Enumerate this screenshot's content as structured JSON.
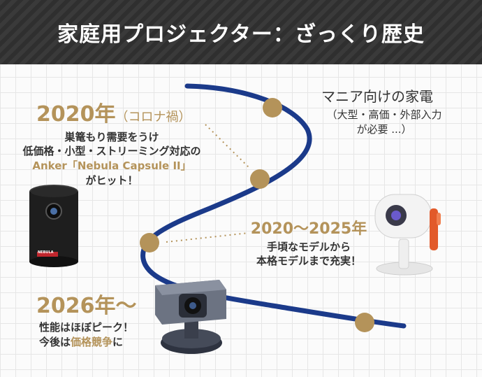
{
  "header": {
    "title": "家庭用プロジェクター：ざっくり歴史"
  },
  "events": {
    "era2020": {
      "year": "2020年",
      "note": "（コロナ禍）",
      "line1": "巣篭もり需要をうけ",
      "line2": "低価格・小型・ストリーミング対応の",
      "product_name": "Anker「Nebula Capsule II」",
      "line4": "がヒット！"
    },
    "enthusiast": {
      "heading": "マニア向けの家電",
      "line1": "（大型・高価・外部入力",
      "line2": "が必要 ...）"
    },
    "era2020_2025": {
      "year": "2020〜2025年",
      "line1": "手頃なモデルから",
      "line2": "本格モデルまで充実！"
    },
    "era2026": {
      "year": "2026年〜",
      "line1": "性能はほぼピーク！",
      "line2_pre": "今後は",
      "line2_em": "価格競争",
      "line2_post": "に"
    }
  },
  "device_labels": {
    "nebula_logo": "NEBULA"
  },
  "colors": {
    "header_bg": "#2f2f2f",
    "timeline": "#1b3a8a",
    "milestone": "#b4935a",
    "accent_text": "#b4935a",
    "body_text": "#333333"
  }
}
